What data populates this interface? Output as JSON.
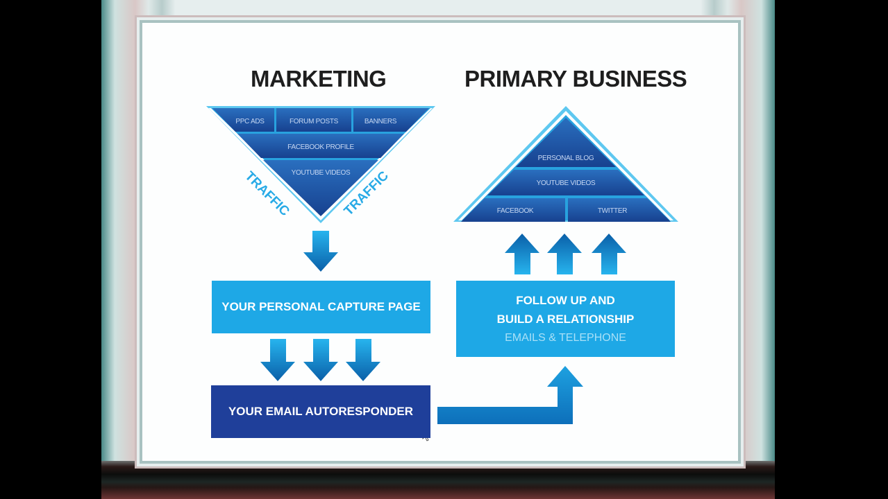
{
  "marketing": {
    "title": "MARKETING",
    "funnel": {
      "top_row": [
        "PPC ADS",
        "FORUM POSTS",
        "BANNERS"
      ],
      "middle_row": "FACEBOOK PROFILE",
      "bottom_row": "YOUTUBE VIDEOS",
      "side_labels": [
        "TRAFFIC",
        "TRAFFIC"
      ]
    },
    "capture_page": "YOUR PERSONAL CAPTURE PAGE",
    "autoresponder": "YOUR EMAIL AUTORESPONDER"
  },
  "primary_business": {
    "title": "PRIMARY BUSINESS",
    "pyramid": {
      "top_row": "PERSONAL BLOG",
      "middle_row": "YOUTUBE VIDEOS",
      "bottom_row": [
        "FACEBOOK",
        "TWITTER"
      ]
    },
    "follow_up": {
      "line1": "FOLLOW UP AND",
      "line2": "BUILD A RELATIONSHIP",
      "subtitle": "EMAILS & TELEPHONE"
    }
  },
  "colors": {
    "dark_blue": "#1f3f9a",
    "navy_tier": "#1d4f9c",
    "light_blue": "#1ea8e6",
    "accent_cyan": "#27aae6"
  }
}
